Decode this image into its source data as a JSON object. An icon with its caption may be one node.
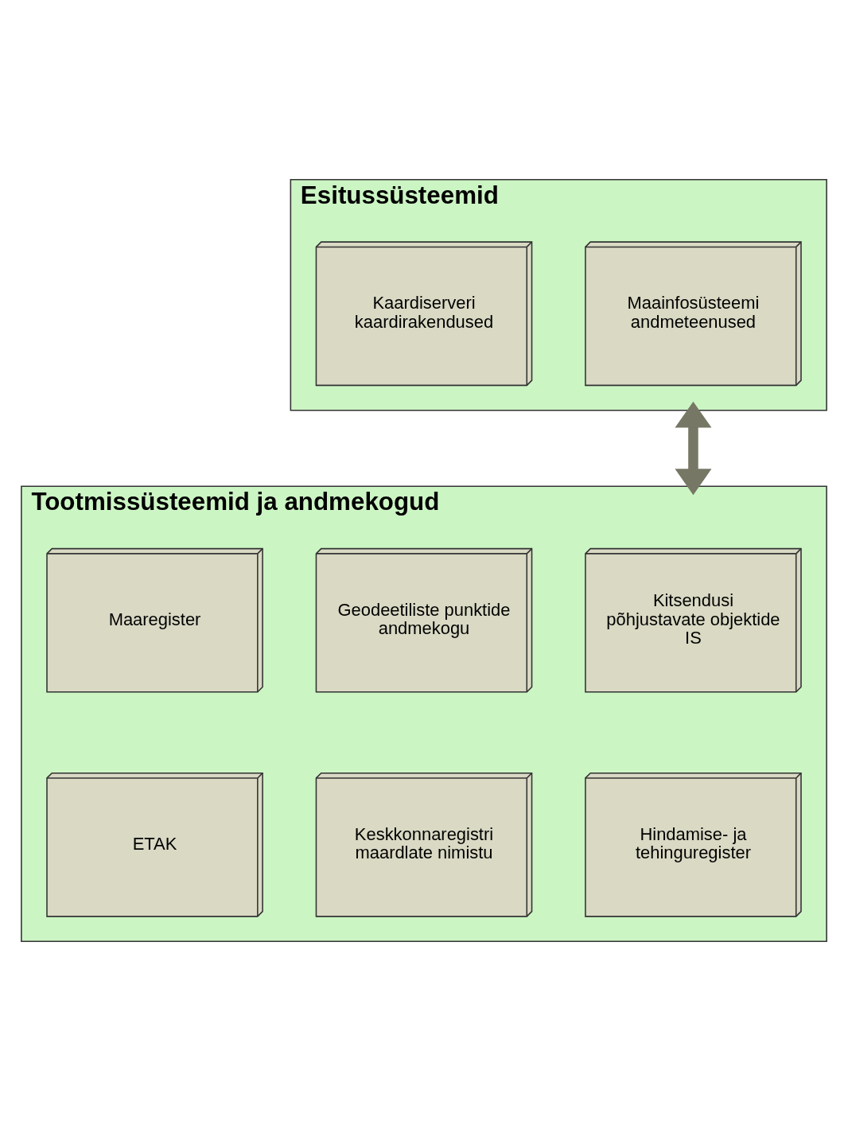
{
  "diagram": {
    "nodes": [
      {
        "text": [
          "Esitussüsteemid"
        ]
      },
      {
        "text": [
          "Kaardiserveri kaardirakendused"
        ],
        "in": 0
      },
      {
        "text": [
          "Maainfosüsteemi andmeteenused"
        ],
        "in": 0
      },
      {
        "text": [
          "Tootmissüsteemid ja andmekogud"
        ]
      },
      {
        "text": [
          "Maaregister"
        ],
        "in": 3
      },
      {
        "text": [
          "Geodeetiliste punktide andmekogu"
        ],
        "in": 3
      },
      {
        "text": [
          "Kitsendusi põhjustavate objektide IS"
        ],
        "in": 3
      },
      {
        "text": [
          "ETAK"
        ],
        "in": 3
      },
      {
        "text": [
          "Keskkonnaregistri maardlate nimistu"
        ],
        "in": 3
      },
      {
        "text": [
          "Hindamise- ja tehinguregister"
        ],
        "in": 3
      }
    ],
    "edges": [
      {
        "from": 0,
        "to": 3,
        "arrow": "both"
      }
    ]
  }
}
